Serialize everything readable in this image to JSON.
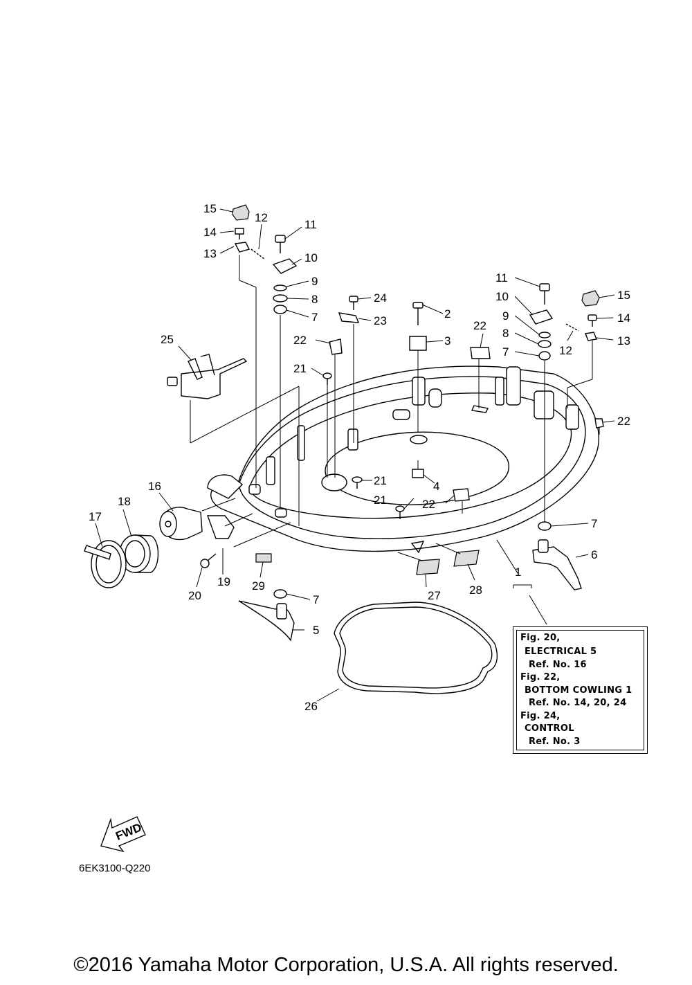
{
  "callouts": {
    "c1": "1",
    "c2": "2",
    "c3": "3",
    "c4": "4",
    "c5": "5",
    "c6": "6",
    "c7": "7",
    "c8": "8",
    "c9": "9",
    "c10": "10",
    "c11": "11",
    "c12": "12",
    "c13": "13",
    "c14": "14",
    "c15": "15",
    "c16": "16",
    "c17": "17",
    "c18": "18",
    "c19": "19",
    "c20": "20",
    "c21": "21",
    "c22": "22",
    "c23": "23",
    "c24": "24",
    "c25": "25",
    "c26": "26",
    "c27": "27",
    "c28": "28",
    "c29": "29"
  },
  "reference_box": {
    "lines": [
      "Fig. 20,",
      "ELECTRICAL 5",
      "Ref. No. 16",
      "Fig. 22,",
      "BOTTOM COWLING 1",
      "Ref. No. 14, 20, 24",
      "Fig. 24,",
      "CONTROL",
      "Ref. No. 3"
    ]
  },
  "fwd_label": "FWD",
  "diagram_code": "6EK3100-Q220",
  "copyright": "©2016 Yamaha Motor Corporation, U.S.A. All rights reserved."
}
